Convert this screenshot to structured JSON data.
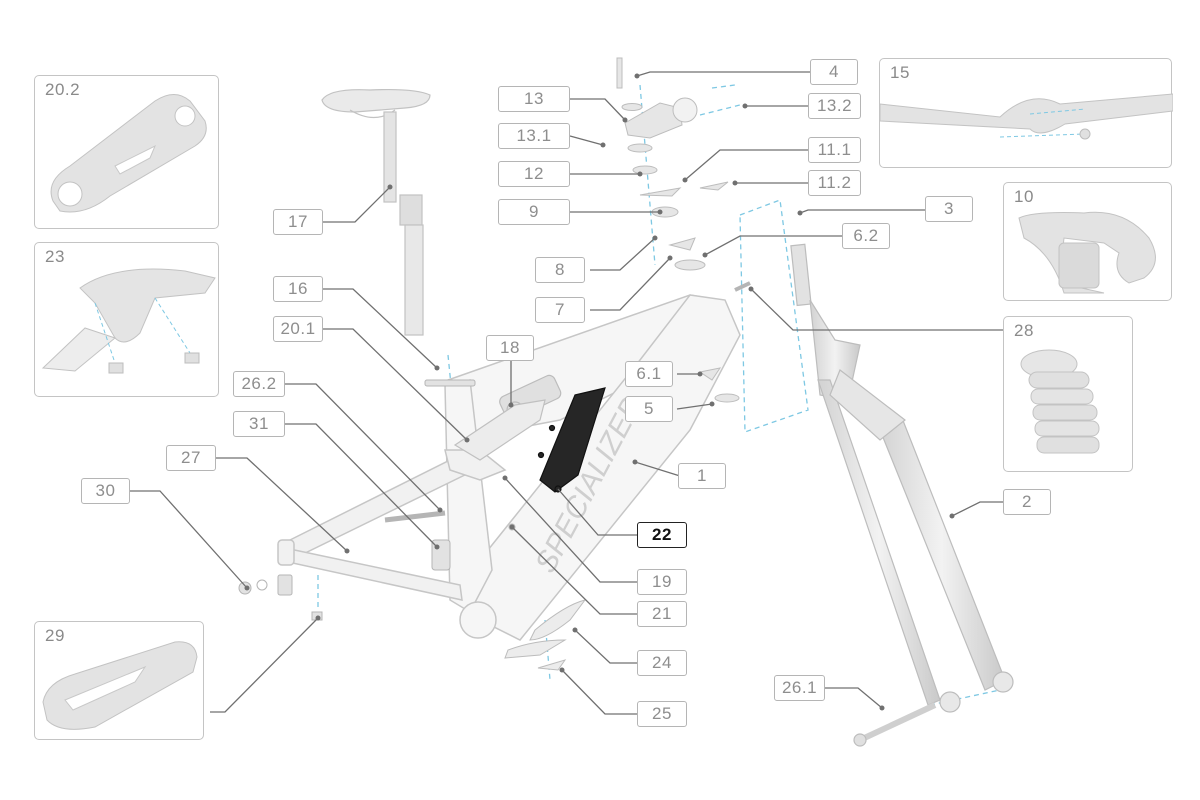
{
  "callouts": {
    "c4": "4",
    "c13": "13",
    "c13_2": "13.2",
    "c13_1": "13.1",
    "c11_1": "11.1",
    "c12": "12",
    "c11_2": "11.2",
    "c9": "9",
    "c3": "3",
    "c6_2": "6.2",
    "c8": "8",
    "c7": "7",
    "c17": "17",
    "c16": "16",
    "c20_1": "20.1",
    "c18": "18",
    "c6_1": "6.1",
    "c5": "5",
    "c26_2": "26.2",
    "c31": "31",
    "c27": "27",
    "c1": "1",
    "c30": "30",
    "c22": "22",
    "c2": "2",
    "c19": "19",
    "c21": "21",
    "c24": "24",
    "c25": "25",
    "c26_1": "26.1"
  },
  "panels": {
    "p20_2": "20.2",
    "p23": "23",
    "p29": "29",
    "p15": "15",
    "p10": "10",
    "p28": "28"
  },
  "frame_brand": "SPECIALIZED",
  "colors": {
    "part_stroke": "#bdbdbd",
    "part_fill": "#e9e9e9",
    "highlight_part": "#1a1a1a",
    "dashed_guide": "#7ec8e3",
    "leader_line": "#707070"
  }
}
